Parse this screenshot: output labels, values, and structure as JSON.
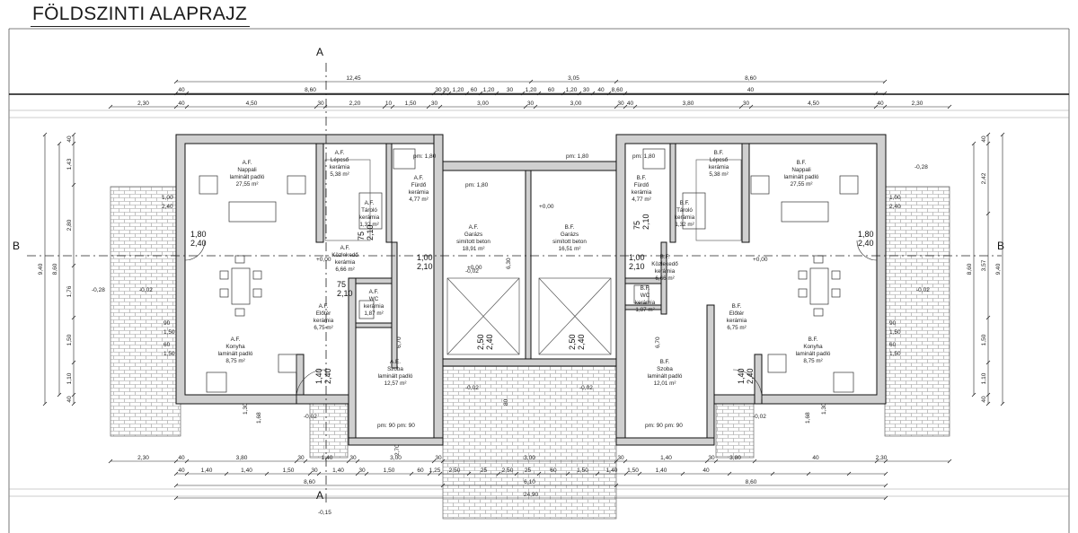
{
  "title": "FÖLDSZINTI ALAPRAJZ",
  "sections": {
    "a": "A",
    "b": "B"
  },
  "top_dimensions": {
    "row1": [
      "12,45",
      "3,05",
      "8,60"
    ],
    "row2": [
      "40",
      "8,60",
      "30",
      "30",
      "1,20",
      "60",
      "1,20",
      "30",
      "1,20",
      "60",
      "1,20",
      "30",
      "40",
      "8,60",
      "40"
    ],
    "row3": [
      "2,30",
      "40",
      "4,50",
      "30",
      "2,20",
      "10",
      "1,50",
      "30",
      "3,00",
      "30",
      "3,00",
      "30",
      "40",
      "3,80",
      "30",
      "4,50",
      "40",
      "2,30"
    ]
  },
  "bottom_dimensions": {
    "row1": [
      "2,30",
      "40",
      "3,80",
      "30",
      "1,40",
      "30",
      "3,00",
      "30",
      "3,00",
      "30",
      "1,40",
      "30",
      "3,80",
      "40",
      "2,30"
    ],
    "row2": [
      "40",
      "1,40",
      "1,40",
      "1,50",
      "30",
      "1,40",
      "30",
      "1,50",
      "60",
      "1,25",
      "2,50",
      "25",
      "2,50",
      "25",
      "60",
      "1,50",
      "1,40",
      "1,50",
      "1,40",
      "40"
    ],
    "row3": [
      "8,60",
      "6,10",
      "8,60"
    ],
    "row4": [
      "24,90"
    ]
  },
  "side_dimensions": {
    "left_outer": [
      "40",
      "1,43",
      "2,80",
      "1,76",
      "1,50",
      "1,10",
      "40"
    ],
    "left_mid": "8,60",
    "left_total": "9,40",
    "right_outer": [
      "40",
      "2,42",
      "3,57",
      "1,50",
      "1,10",
      "40"
    ],
    "right_mid": "8,60",
    "right_total": "9,40"
  },
  "levels": {
    "ext_left": "-0,28",
    "ext_left2": "-0,02",
    "ext_right": "-0,28",
    "ext_right2": "-0,02",
    "terrace_left": "-0,02",
    "terrace_right": "-0,02",
    "garage_mid": "-0,02",
    "drive_left": "-0,02",
    "drive_right": "-0,02",
    "floor_af": "+0,00",
    "floor_bf": "+0,00",
    "garage_a": "+0,00",
    "garage_b": "+0,00",
    "bottom": "-0,15"
  },
  "rooms": {
    "af_nappali": [
      "A.F.",
      "Nappali",
      "laminált padló",
      "27,55 m²"
    ],
    "af_lepcso": [
      "A.F.",
      "Lépcső",
      "kerámia",
      "5,38 m²"
    ],
    "af_furdo": [
      "A.F.",
      "Fürdő",
      "kerámia",
      "4,77 m²"
    ],
    "af_tarolo": [
      "A.F.",
      "Tároló",
      "kerámia",
      "1,32 m²"
    ],
    "af_kozlekedo": [
      "A.F.",
      "Közlekedő",
      "kerámia",
      "6,66 m²"
    ],
    "af_eloter": [
      "A.F.",
      "Előtér",
      "kerámia",
      "6,75 m²"
    ],
    "af_wc": [
      "A.F.",
      "WC",
      "kerámia",
      "1,87 m²"
    ],
    "af_konyha": [
      "A.F.",
      "Konyha",
      "laminált padló",
      "8,75 m²"
    ],
    "ae_szoba": [
      "A.E.",
      "Szoba",
      "laminált padló",
      "12,57 m²"
    ],
    "af_garazs": [
      "A.F.",
      "Garázs",
      "simított beton",
      "18,91 m²"
    ],
    "bf_garazs": [
      "B.F.",
      "Garázs",
      "simított beton",
      "16,51 m²"
    ],
    "bf_nappali": [
      "B.F.",
      "Nappali",
      "laminált padló",
      "27,55 m²"
    ],
    "bf_lepcso": [
      "B.F.",
      "Lépcső",
      "kerámia",
      "5,38 m²"
    ],
    "bf_furdo": [
      "B.F.",
      "Fürdő",
      "kerámia",
      "4,77 m²"
    ],
    "bf_tarolo": [
      "B.F.",
      "Tároló",
      "kerámia",
      "1,32 m²"
    ],
    "bf_kozlekedo": [
      "B.F.",
      "Közlekedő",
      "kerámia",
      "6,66 m²"
    ],
    "bf_eloter": [
      "B.F.",
      "Előtér",
      "kerámia",
      "6,75 m²"
    ],
    "bf_wc": [
      "B.F.",
      "WC",
      "kerámia",
      "1,87 m²"
    ],
    "bf_konyha": [
      "B.F.",
      "Konyha",
      "laminált padló",
      "8,75 m²"
    ],
    "bf_szoba": [
      "B.F.",
      "Szoba",
      "laminált padló",
      "12,01 m²"
    ]
  },
  "parapets": {
    "pm180_l": "pm: 1,80",
    "pm180_garage": "pm: 1,80",
    "pm180_r": "pm: 1,80",
    "pm180_garage_r": "pm: 1,80",
    "pm90_a": "pm: 90",
    "pm90_b": "pm: 90",
    "pm90_c": "pm: 90",
    "pm90_d": "pm: 90"
  },
  "openings": {
    "win_l_big": [
      "1,80",
      "2,40"
    ],
    "win_r_big": [
      "1,80",
      "2,40"
    ],
    "door_gar_l": [
      "1,00",
      "2,10"
    ],
    "door_gar_r": [
      "1,00",
      "2,10"
    ],
    "door_kozl_l": [
      "75",
      "2,10"
    ],
    "door_kozl_r": [
      "75",
      "2,10"
    ],
    "door_wc_l": [
      "75",
      "2,10"
    ],
    "door_entry_l": [
      "1,40",
      "2,40"
    ],
    "door_entry_r": [
      "1,40",
      "2,40"
    ],
    "gate_l": [
      "2,50",
      "2,40"
    ],
    "gate_r": [
      "2,50",
      "2,40"
    ],
    "small_l": [
      "1,00",
      "2,40"
    ],
    "small_r": [
      "1,00",
      "2,40"
    ],
    "win_l_90": [
      "90",
      "1,50"
    ],
    "win_r_90": [
      "90",
      "1,50"
    ],
    "tiny_l": [
      "60",
      "1,50"
    ],
    "tiny_r": [
      "60",
      "1,50"
    ],
    "v_670_l": "6,70",
    "v_670_r": "6,70",
    "v_630": "6,30",
    "v_80": "80",
    "v_130_l": "1,30",
    "v_130_r": "1,30",
    "v_168_l": "1,68",
    "v_168_r": "1,68",
    "v_270": "2,70"
  }
}
